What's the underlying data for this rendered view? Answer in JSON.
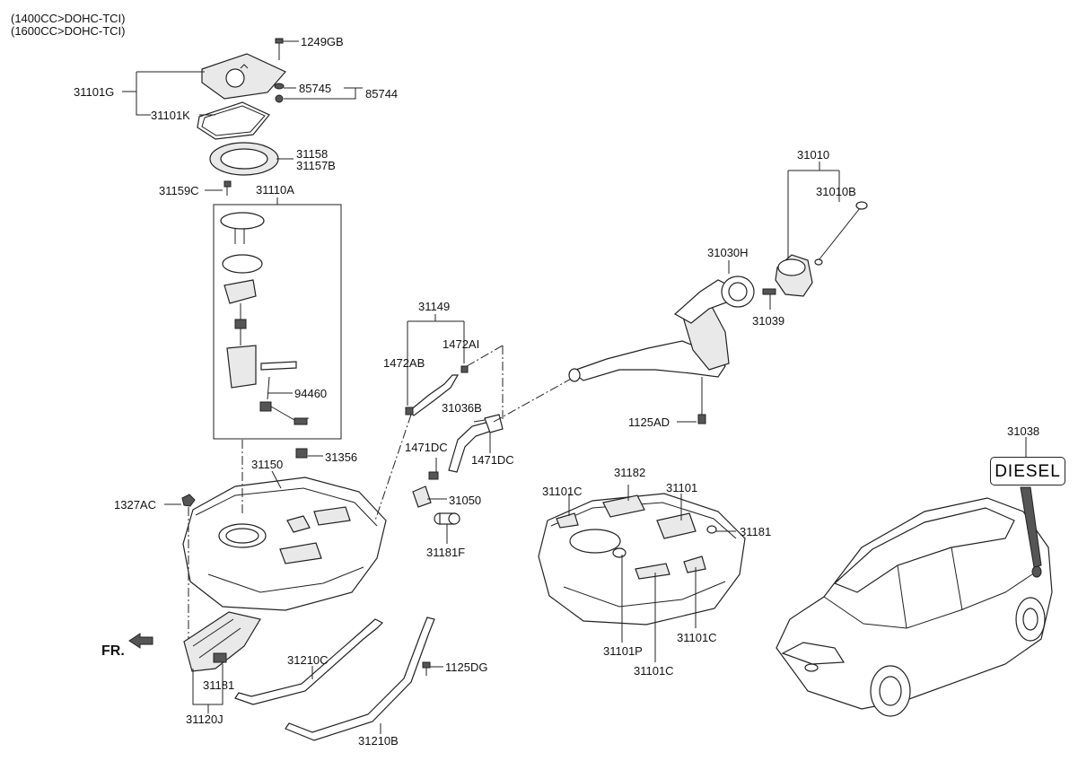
{
  "header": {
    "line1": "(1400CC>DOHC-TCI)",
    "line2": "(1600CC>DOHC-TCI)"
  },
  "labels": {
    "p1249GB": "1249GB",
    "p31101G": "31101G",
    "p85745": "85745",
    "p85744": "85744",
    "p31101K": "31101K",
    "p31158": "31158",
    "p31157B": "31157B",
    "p31159C": "31159C",
    "p31110A": "31110A",
    "p94460": "94460",
    "p31149": "31149",
    "p1472AB": "1472AB",
    "p1472AI": "1472AI",
    "p31036B": "31036B",
    "p1471DC_a": "1471DC",
    "p1471DC_b": "1471DC",
    "p31050": "31050",
    "p31181F": "31181F",
    "p31150": "31150",
    "p31356": "31356",
    "p1327AC": "1327AC",
    "pFR": "FR.",
    "p31181_left": "31181",
    "p31120J": "31120J",
    "p31210C": "31210C",
    "p31210B": "31210B",
    "p1125DG": "1125DG",
    "p31010": "31010",
    "p31010B": "31010B",
    "p31030H": "31030H",
    "p31039": "31039",
    "p1125AD": "1125AD",
    "p31101C_a": "31101C",
    "p31182": "31182",
    "p31101": "31101",
    "p31181_right": "31181",
    "p31101P": "31101P",
    "p31101C_b": "31101C",
    "p31101C_c": "31101C",
    "p31038": "31038"
  },
  "diesel_badge": "DIESEL"
}
